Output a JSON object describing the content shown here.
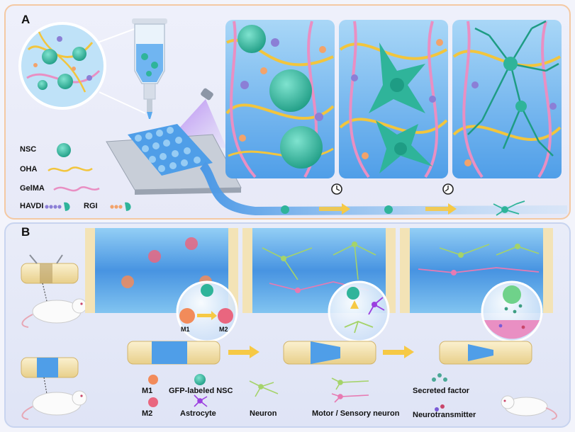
{
  "panelA": {
    "label": "A",
    "legend": {
      "nsc": "NSC",
      "oha": "OHA",
      "gelma": "GelMA",
      "havdi": "HAVDI",
      "rgi": "RGI"
    }
  },
  "panelB": {
    "label": "B",
    "inset_labels": {
      "m1": "M1",
      "m2": "M2"
    },
    "legend": {
      "m1": "M1",
      "m2": "M2",
      "gfp_nsc": "GFP-labeled NSC",
      "astrocyte": "Astrocyte",
      "neuron": "Neuron",
      "motor_sensory": "Motor / Sensory neuron",
      "secreted": "Secreted factor",
      "neurotransmitter": "Neurotransmitter"
    }
  },
  "colors": {
    "nsc_teal": "#2fb49a",
    "oha_yellow": "#f2c53d",
    "gelma_pink": "#e98fc3",
    "havdi_purple": "#8b7fd6",
    "rgi_orange": "#f2a36b",
    "hydrogel_blue": "#5aa9ee",
    "arrow_yellow": "#f6c945",
    "neuron_green": "#a5d36a",
    "neuron_pink": "#e77ab2",
    "astrocyte_purple": "#9b3fe0",
    "m1_orange": "#f28b5a",
    "m2_pink": "#e9667f"
  }
}
